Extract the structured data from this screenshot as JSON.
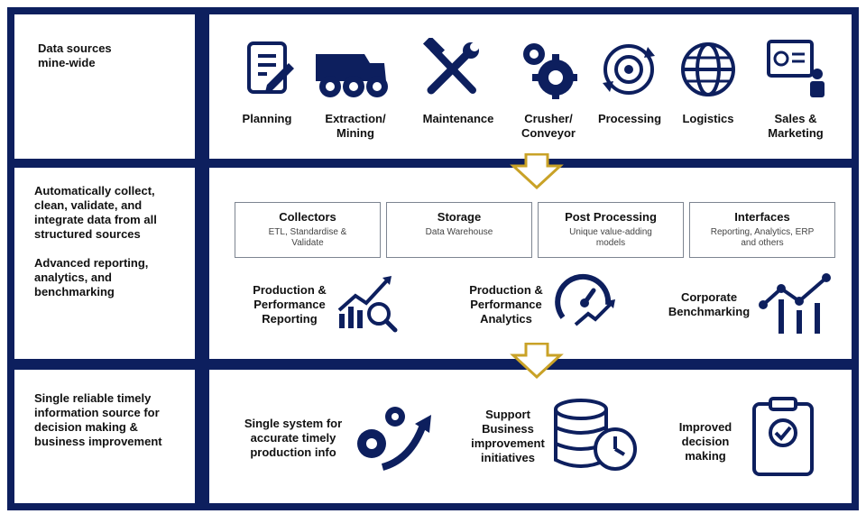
{
  "colors": {
    "navy": "#0d1f5e",
    "gold": "#c9a227"
  },
  "rows": [
    {
      "text": "Data sources\nmine-wide"
    },
    {
      "text": "Automatically collect,\nclean, validate, and\nintegrate data from all\nstructured sources\n\nAdvanced reporting,\nanalytics, and\nbenchmarking"
    },
    {
      "text": "Single reliable timely\ninformation source for\ndecision making &\nbusiness improvement"
    }
  ],
  "sources": [
    {
      "label": "Planning",
      "icon": "planning-document-icon"
    },
    {
      "label": "Extraction/\nMining",
      "icon": "mining-truck-icon"
    },
    {
      "label": "Maintenance",
      "icon": "wrench-hammer-icon"
    },
    {
      "label": "Crusher/\nConveyor",
      "icon": "gears-icon"
    },
    {
      "label": "Processing",
      "icon": "processing-cycle-icon"
    },
    {
      "label": "Logistics",
      "icon": "globe-icon"
    },
    {
      "label": "Sales &\nMarketing",
      "icon": "presentation-icon"
    }
  ],
  "processing": [
    {
      "title": "Collectors",
      "sub": "ETL, Standardise &\nValidate"
    },
    {
      "title": "Storage",
      "sub": "Data Warehouse"
    },
    {
      "title": "Post Processing",
      "sub": "Unique value-adding\nmodels"
    },
    {
      "title": "Interfaces",
      "sub": "Reporting, Analytics, ERP\nand others"
    }
  ],
  "metrics": [
    {
      "label": "Production &\nPerformance\nReporting",
      "icon": "report-chart-magnifier-icon"
    },
    {
      "label": "Production &\nPerformance\nAnalytics",
      "icon": "speedometer-trend-icon"
    },
    {
      "label": "Corporate\nBenchmarking",
      "icon": "benchmark-line-chart-icon"
    }
  ],
  "outcomes": [
    {
      "label": "Single system for\naccurate timely\nproduction info",
      "icon": "gears-growth-arrow-icon"
    },
    {
      "label": "Support\nBusiness\nimprovement\ninitiatives",
      "icon": "database-clock-icon"
    },
    {
      "label": "Improved\ndecision\nmaking",
      "icon": "clipboard-check-icon"
    }
  ]
}
